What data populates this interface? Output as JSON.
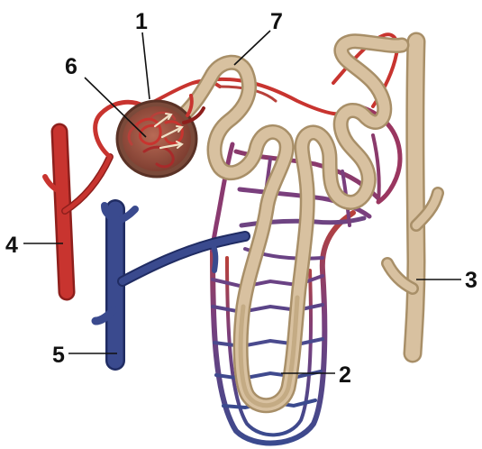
{
  "diagram": {
    "labels": [
      {
        "id": "1",
        "text": "1"
      },
      {
        "id": "2",
        "text": "2"
      },
      {
        "id": "3",
        "text": "3"
      },
      {
        "id": "4",
        "text": "4"
      },
      {
        "id": "5",
        "text": "5"
      },
      {
        "id": "6",
        "text": "6"
      },
      {
        "id": "7",
        "text": "7"
      }
    ]
  },
  "colors": {
    "artery": "#c8342f",
    "artery_dark": "#8e1f1c",
    "vein": "#3a4a8e",
    "vein_dark": "#202c63",
    "capillary_mix": "#7a3f7d",
    "tubule": "#d8c1a0",
    "tubule_dark": "#b3996f",
    "capsule": "#9a5a4a"
  }
}
